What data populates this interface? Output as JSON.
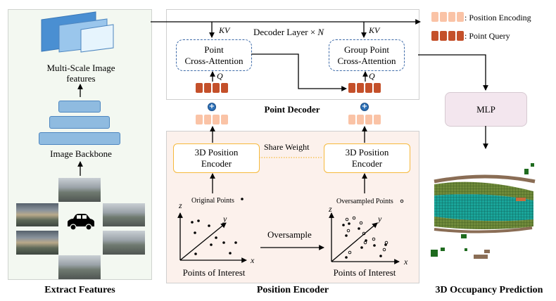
{
  "panels": {
    "extract": {
      "caption": "Extract Features",
      "feature_label_line1": "Multi-Scale Image",
      "feature_label_line2": "features",
      "backbone_label": "Image Backbone",
      "vehicle_icon": "car-icon",
      "camera_views": [
        "front",
        "front-left",
        "front-right",
        "back-left",
        "back-right",
        "back"
      ]
    },
    "decoder": {
      "caption": "Point Decoder",
      "layer_label": "Decoder Layer × ",
      "layer_label_n": "N",
      "kv_label": "KV",
      "q_label": "Q",
      "block1_line1": "Point",
      "block1_line2": "Cross-Attention",
      "block2_line1": "Group Point",
      "block2_line2": "Cross-Attention"
    },
    "encoder": {
      "caption": "Position Encoder",
      "share_weight": "Share Weight",
      "pe_line1": "3D Position",
      "pe_line2": "Encoder",
      "original_points": "Original Points",
      "oversampled_points": "Oversampled Points",
      "oversample_label": "Oversample",
      "poi_label": "Points of Interest",
      "axis_x": "x",
      "axis_y": "y",
      "axis_z": "z"
    },
    "output": {
      "mlp_label": "MLP",
      "caption": "3D Occupancy Prediction"
    }
  },
  "legend": {
    "position_encoding": ":  Position Encoding",
    "point_query": ":  Point Query"
  },
  "colors": {
    "point_query": "#c4502a",
    "position_encoding": "#fac3a6",
    "encoder_border": "#f6b93b",
    "attention_border": "#3d6aa8",
    "mlp_fill": "#f3e6ee"
  }
}
